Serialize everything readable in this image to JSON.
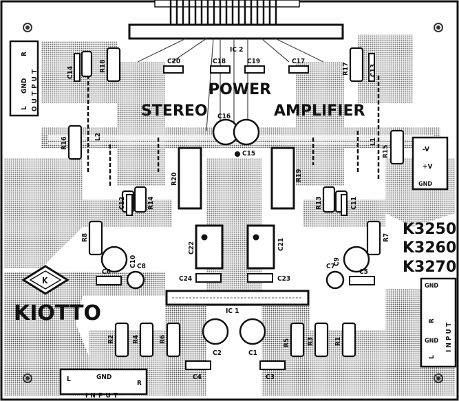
{
  "title": {
    "power": "POWER",
    "stereo": "STEREO",
    "amplifier": "AMPLIFIER"
  },
  "brand": {
    "name": "KIOTTO",
    "logo_letter": "K"
  },
  "models": [
    "K3250",
    "K3260",
    "K3270"
  ],
  "connectors": {
    "output": {
      "label": "OUTPUT",
      "pins": [
        "R",
        "GND",
        "L"
      ]
    },
    "input_bottom": {
      "label": "INPUT",
      "pins": [
        "L",
        "GND",
        "R"
      ]
    },
    "power": {
      "pins": [
        "-V",
        "+V",
        "GND"
      ]
    },
    "input_right": {
      "label": "INPUT",
      "pins": [
        "GND",
        "R",
        "GND",
        "L"
      ]
    }
  },
  "ics": [
    "IC 2",
    "IC 1"
  ],
  "components": {
    "capacitors": [
      "C20",
      "C18",
      "C19",
      "C17",
      "C14",
      "C13",
      "C16",
      "C15",
      "C12",
      "C11",
      "C22",
      "C21",
      "C10",
      "C9",
      "C24",
      "C23",
      "C6",
      "C8",
      "C7",
      "C5",
      "C2",
      "C1",
      "C4",
      "C3"
    ],
    "resistors": [
      "R18",
      "R17",
      "R16",
      "R15",
      "R20",
      "R19",
      "R14",
      "R13",
      "R8",
      "R7",
      "R2",
      "R4",
      "R6",
      "R5",
      "R3",
      "R1"
    ],
    "inductors": [
      "L2",
      "L1"
    ]
  },
  "colors": {
    "ink": "#111111",
    "paper": "#ffffff",
    "copper": "#9a9a9a"
  }
}
